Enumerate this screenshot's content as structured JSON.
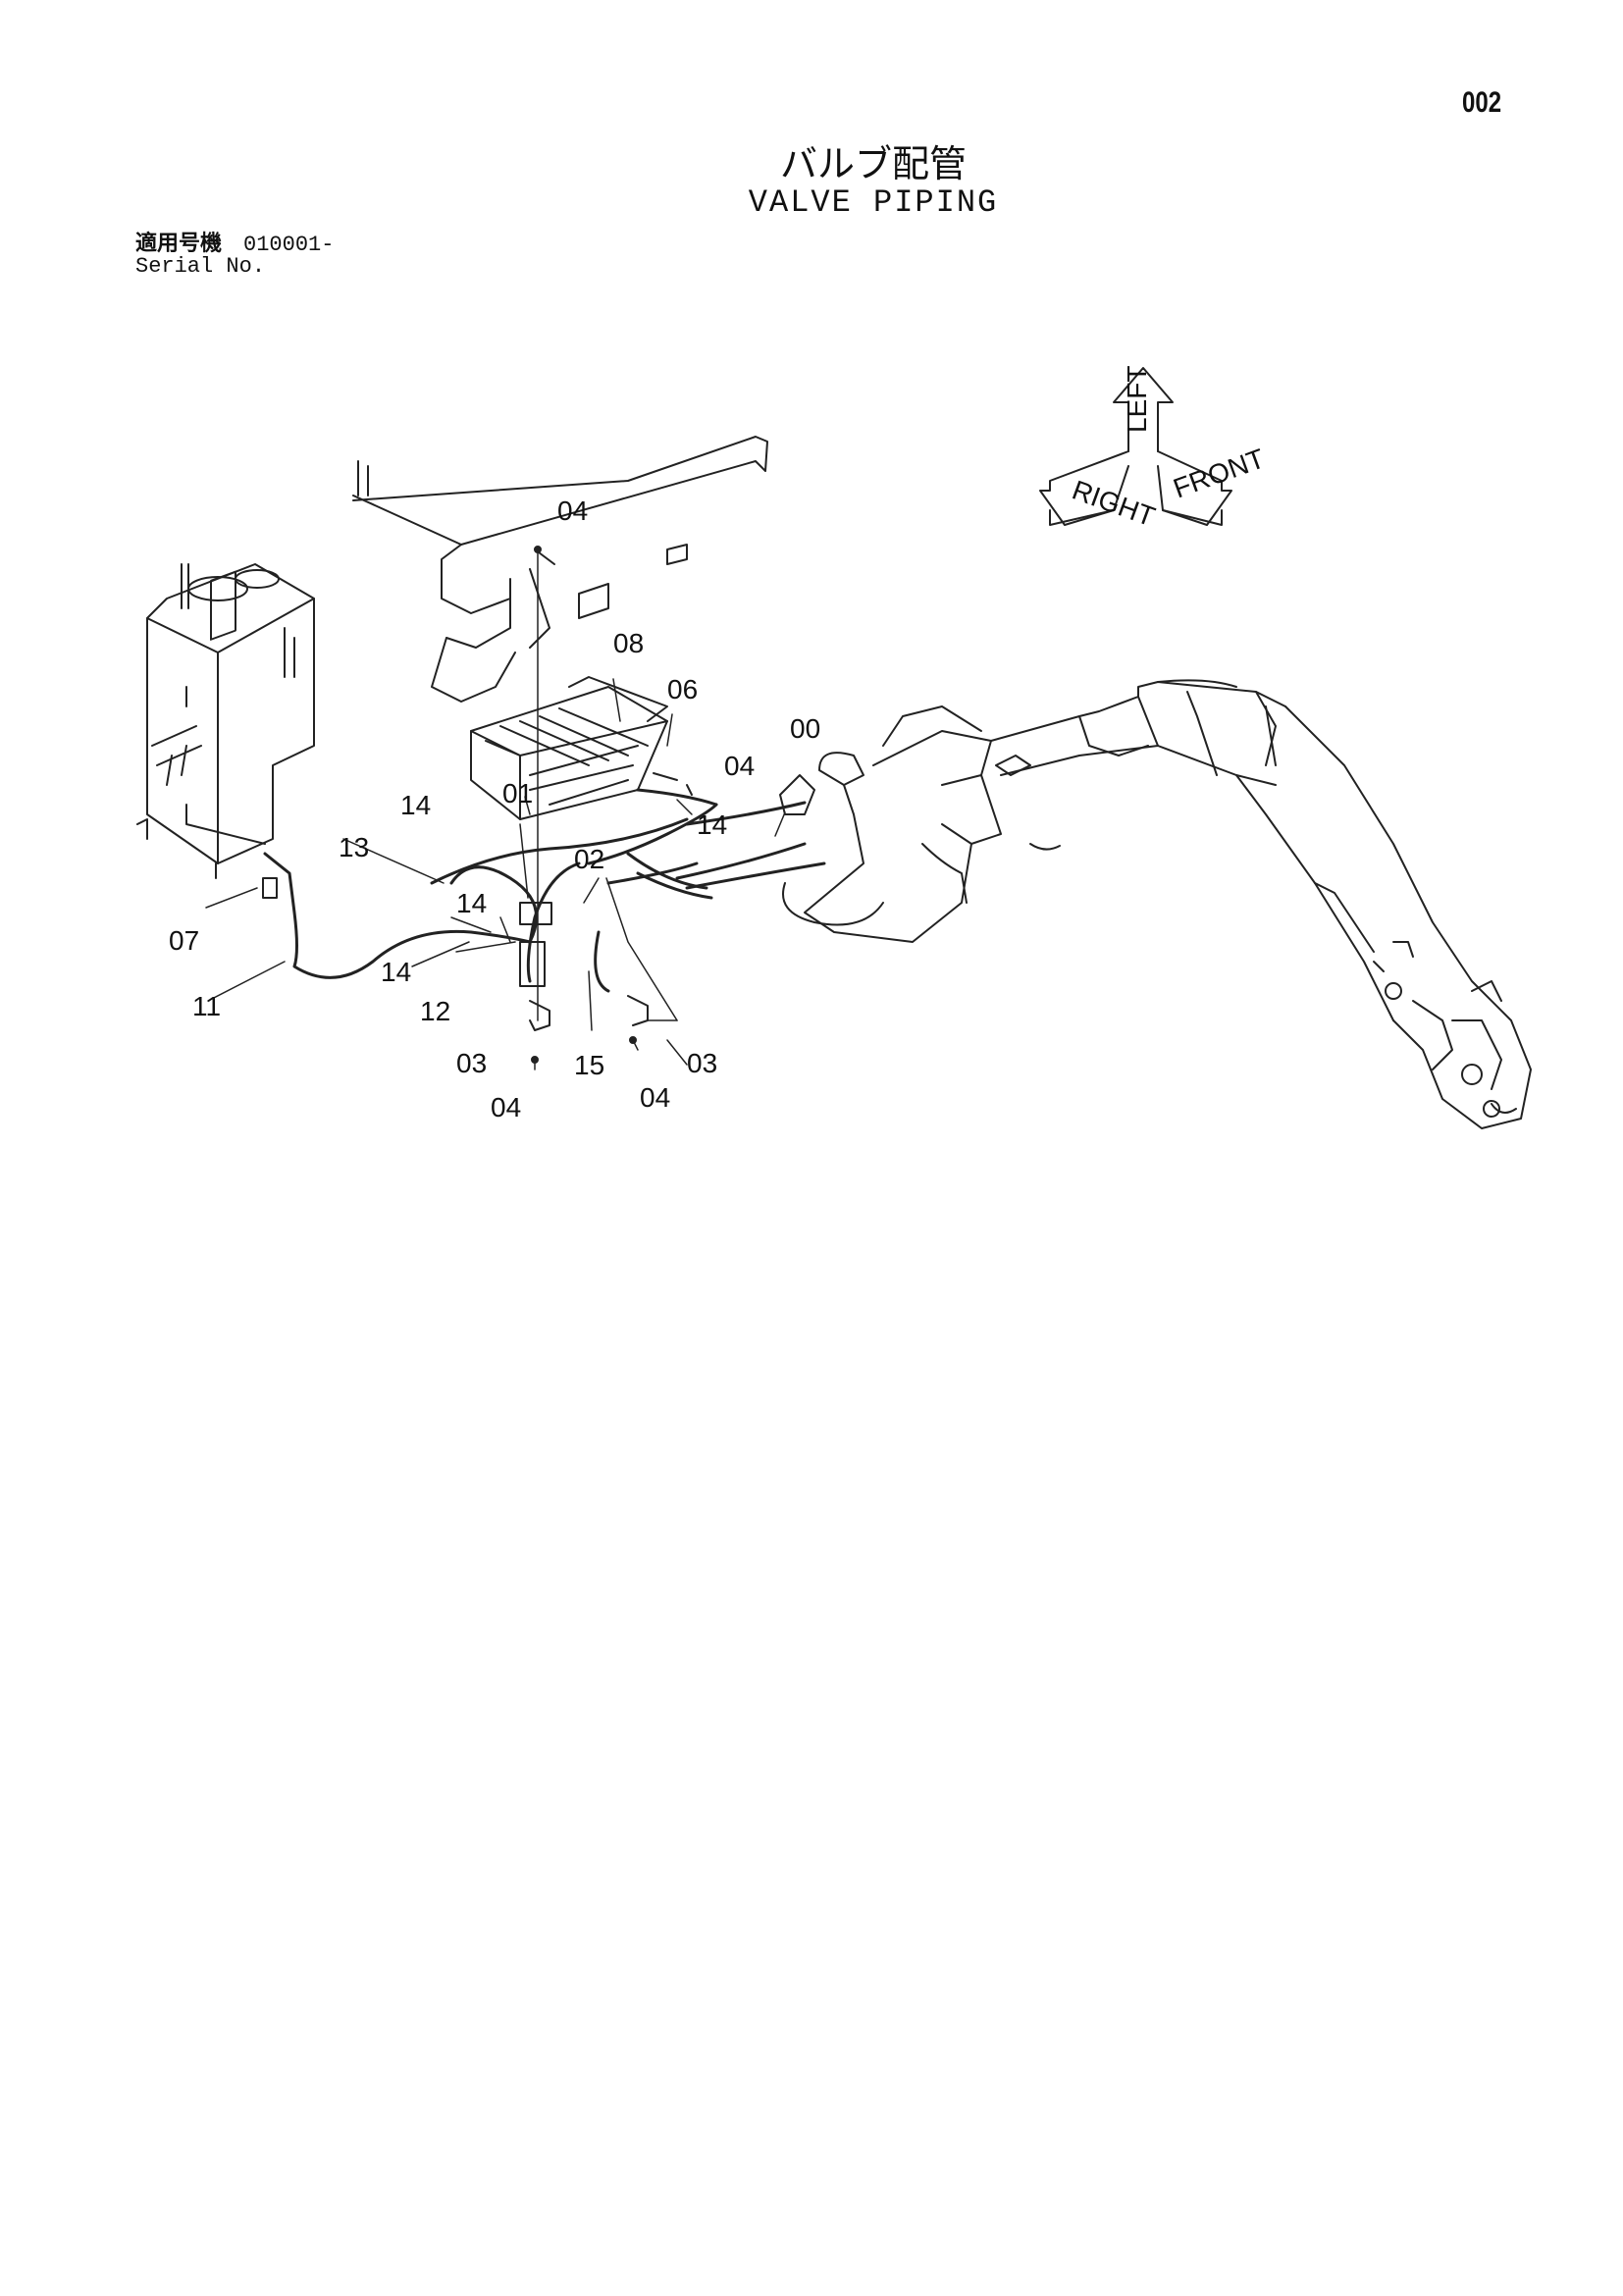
{
  "page": {
    "number": "002"
  },
  "title": {
    "japanese": "バルブ配管",
    "english": "VALVE PIPING"
  },
  "serial": {
    "label_jp": "適用号機",
    "value": "010001-",
    "label_en": "Serial No."
  },
  "orientation_labels": [
    "LEFT",
    "RIGHT",
    "FRONT"
  ],
  "callouts": {
    "c00": "00",
    "c01": "01",
    "c02": "02",
    "c03a": "03",
    "c03b": "03",
    "c04a": "04",
    "c04b": "04",
    "c04c": "04",
    "c04d": "04",
    "c06": "06",
    "c07": "07",
    "c08": "08",
    "c11": "11",
    "c12": "12",
    "c13": "13",
    "c14a": "14",
    "c14b": "14",
    "c14c": "14",
    "c14d": "14",
    "c15": "15"
  },
  "colors": {
    "line": "#222222",
    "background": "#ffffff"
  }
}
